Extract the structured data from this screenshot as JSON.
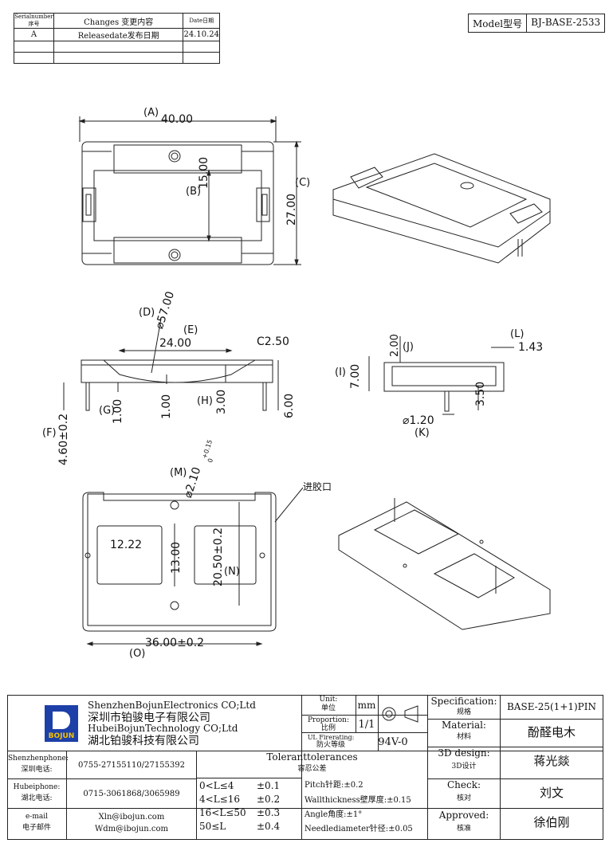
{
  "revision": {
    "headers": {
      "serial": "Serialnumber序号",
      "changes": "Changes 变更内容",
      "date": "Date日期"
    },
    "rows": [
      {
        "serial": "A",
        "changes": "Releasedate发布日期",
        "date": "24.10.24"
      }
    ]
  },
  "model": {
    "label": "Model型号",
    "value": "BJ-BASE-2533"
  },
  "drawing": {
    "top": {
      "a_label": "(A)",
      "a_value": "40.00",
      "b_label": "(B)",
      "b_value": "15.00",
      "c_label": "(C)",
      "c_value": "27.00"
    },
    "side": {
      "d_label": "(D)",
      "d_value": "⌀57.00",
      "e_label": "(E)",
      "e_value": "24.00",
      "c25": "C2.50",
      "g_label": "(G)",
      "g_value": "1.00",
      "v100": "1.00",
      "h_label": "(H)",
      "h_value": "3.00",
      "v600": "6.00",
      "f_label": "(F)",
      "f_value": "4.60±0.2"
    },
    "end": {
      "i_label": "(I)",
      "i_value": "7.00",
      "j_label": "(J)",
      "j_value": "2.00",
      "l_label": "(L)",
      "l_value": "1.43",
      "k_label": "(K)",
      "k_value": "⌀1.20",
      "v350": "3.50"
    },
    "bottom": {
      "m_label": "(M)",
      "m_value": "⌀2.10",
      "m_tol_upper": "+0.15",
      "m_tol_lower": "0",
      "gate": "进胶口",
      "w1222": "12.22",
      "v1300": "13.00",
      "n_label": "(N)",
      "n_value": "20.50±0.2",
      "o_label": "(O)",
      "o_value": "36.00±0.2"
    }
  },
  "title_block": {
    "logo_text": "BOJUN",
    "company_en1": "ShenzhenBojunElectronics CO;Ltd",
    "company_cn1": "深圳市铂骏电子有限公司",
    "company_en2": "HubeiBojunTechnology CO;Ltd",
    "company_cn2": "湖北铂骏科技有限公司",
    "unit_label": "Unit:",
    "unit_cn": "单位",
    "unit_value": "mm",
    "proportion_label": "Proportion:",
    "proportion_cn": "比例",
    "proportion_value": "1/1",
    "ul_label": "UL Firerating:",
    "ul_cn": "防火等级",
    "ul_value": "94V-0",
    "spec_label": "Specification:",
    "spec_cn": "规格",
    "spec_value": "BASE-25(1+1)PIN",
    "material_label": "Material:",
    "material_cn": "材料",
    "material_value": "酚醛电木",
    "design_label": "3D design:",
    "design_cn": "3D设计",
    "design_value": "蒋光燚",
    "check_label": "Check:",
    "check_cn": "核对",
    "check_value": "刘文",
    "approved_label": "Approved:",
    "approved_cn": "核准",
    "approved_value": "徐伯刚",
    "sz_phone_label": "Shenzhenphone:",
    "sz_phone_cn": "深圳电话:",
    "sz_phone": "0755-27155110/27155392",
    "hb_phone_label": "Hubeiphone:",
    "hb_phone_cn": "湖北电话:",
    "hb_phone": "0715-3061868/3065989",
    "email_label": "e-mail",
    "email_cn": "电子邮件",
    "email1": "Xln@ibojun.com",
    "email2": "Wdm@ibojun.com",
    "tol_title": "Toleranttolerances",
    "tol_cn": "容忍公差",
    "tol_ranges": [
      "0<L≤4",
      "4<L≤16",
      "16<L≤50",
      "50≤L"
    ],
    "tol_values": [
      "±0.1",
      "±0.2",
      "±0.3",
      "±0.4"
    ],
    "pitch": "Pitch针距:±0.2",
    "wall": "Wallthickness壁厚度:±0.15",
    "angle": "Angle角度:±1°",
    "needle": "Needlediameter针径:±0.05"
  }
}
